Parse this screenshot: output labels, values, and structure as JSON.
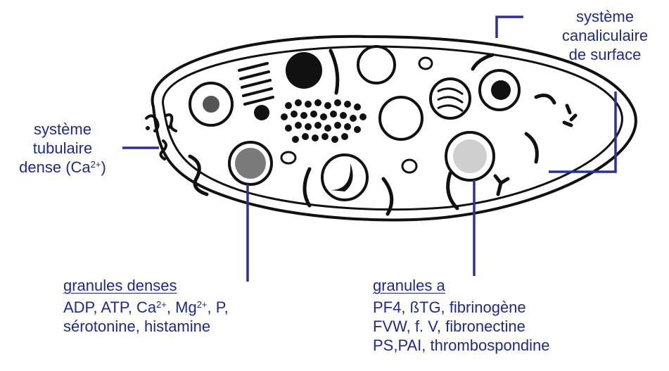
{
  "labels": {
    "canalicular": {
      "line1": "système",
      "line2": "canaliculaire",
      "line3": "de surface"
    },
    "tubular": {
      "line1": "système",
      "line2": "tubulaire",
      "line3_text": "dense (Ca",
      "line3_sup": "2+",
      "line3_end": ")"
    },
    "dense_granules": {
      "title": "granules denses",
      "l1_a": "ADP, ATP, Ca",
      "l1_sup1": "2+",
      "l1_b": ", Mg",
      "l1_sup2": "2+",
      "l1_c": ", P,",
      "l2": "sérotonine, histamine"
    },
    "alpha_granules": {
      "title": "granules a",
      "l1": "PF4, ßTG, fibrinogène",
      "l2": "FVW, f. V, fibronectine",
      "l3": "PS,PAI, thrombospondine"
    }
  },
  "colors": {
    "label_text": "#1e2a8a",
    "leader_line": "#2e3192",
    "drawing": "#111111"
  }
}
